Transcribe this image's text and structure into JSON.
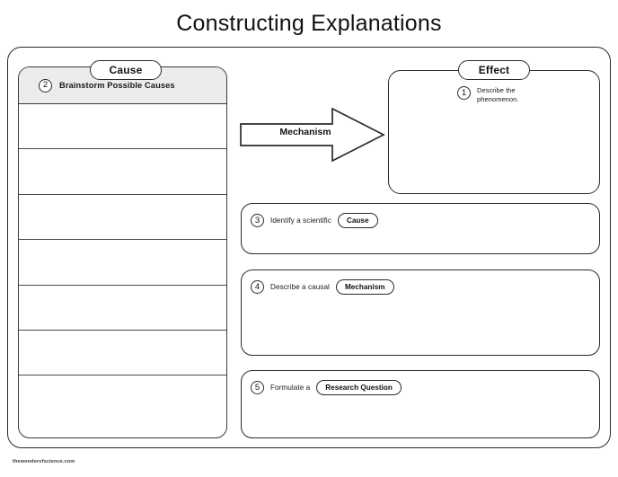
{
  "worksheet": {
    "title": "Constructing Explanations",
    "footer": "thewonderofscience.com"
  },
  "cause_section": {
    "pill_label": "Cause",
    "header": {
      "number": "2",
      "label": "Brainstorm Possible Causes"
    },
    "blank_rows": 7
  },
  "arrow": {
    "label": "Mechanism"
  },
  "effect_section": {
    "pill_label": "Effect",
    "note": {
      "number": "1",
      "text": "Describe the phenomenon."
    }
  },
  "steps": [
    {
      "number": "3",
      "text": "Identify a scientific",
      "pill": "Cause"
    },
    {
      "number": "4",
      "text": "Describe a causal",
      "pill": "Mechanism"
    },
    {
      "number": "5",
      "text": "Formulate a",
      "pill": "Research Question"
    }
  ]
}
